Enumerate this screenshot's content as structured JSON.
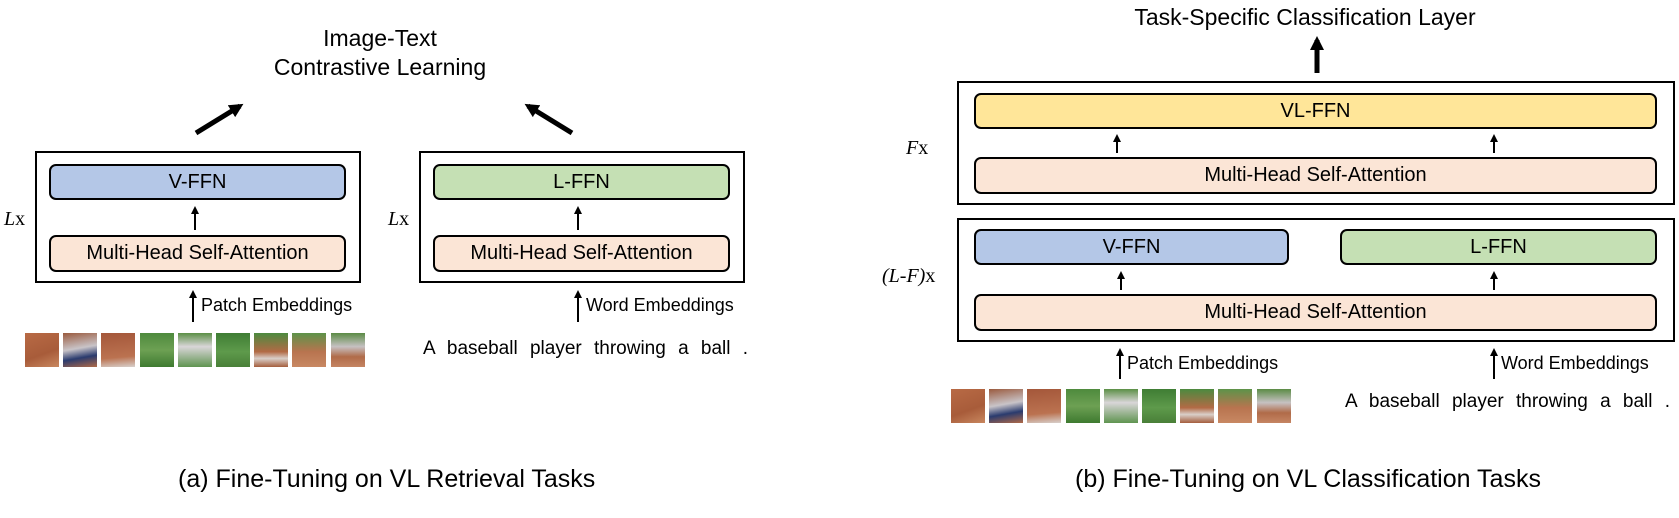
{
  "panel_a": {
    "title_line1": "Image-Text",
    "title_line2": "Contrastive Learning",
    "v_ffn": "V-FFN",
    "l_ffn": "L-FFN",
    "mhsa_left": "Multi-Head Self-Attention",
    "mhsa_right": "Multi-Head Self-Attention",
    "layers_left_var": "L",
    "layers_left_x": "x",
    "layers_right_var": "L",
    "layers_right_x": "x",
    "patch_embeddings": "Patch Embeddings",
    "word_embeddings": "Word Embeddings",
    "sentence": "A baseball player throwing a ball .",
    "caption": "(a) Fine-Tuning on VL Retrieval Tasks"
  },
  "panel_b": {
    "title": "Task-Specific Classification Layer",
    "vl_ffn": "VL-FFN",
    "mhsa_top": "Multi-Head Self-Attention",
    "v_ffn": "V-FFN",
    "l_ffn": "L-FFN",
    "mhsa_bottom": "Multi-Head Self-Attention",
    "top_layers_var": "F",
    "top_layers_x": "x",
    "bottom_layers_var": "(L-F)",
    "bottom_layers_x": "x",
    "patch_embeddings": "Patch Embeddings",
    "word_embeddings": "Word Embeddings",
    "sentence": "A baseball player throwing a ball .",
    "caption": "(b) Fine-Tuning on VL Classification Tasks"
  },
  "colors": {
    "v_ffn": "#b4c7e7",
    "l_ffn": "#c5e0b4",
    "mhsa": "#fbe5d6",
    "vl_ffn": "#ffe699"
  },
  "image_patches": [
    "patch-1",
    "patch-2",
    "patch-3",
    "patch-4",
    "patch-5",
    "patch-6",
    "patch-7",
    "patch-8",
    "patch-9"
  ]
}
